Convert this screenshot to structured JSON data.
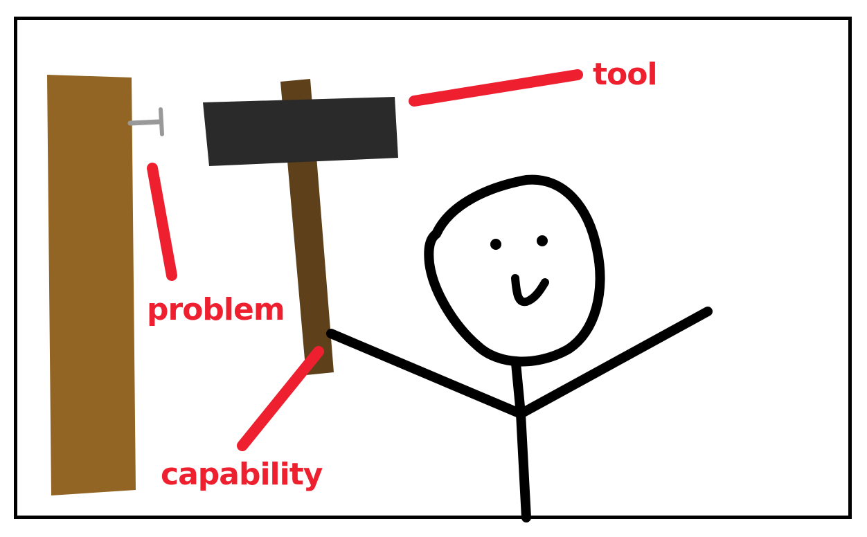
{
  "labels": {
    "tool": "tool",
    "problem": "problem",
    "capability": "capability"
  },
  "colors": {
    "label": "#ee2030",
    "wood_plank": "#936524",
    "hammer_handle": "#5e411a",
    "hammer_head": "#2a2a2a",
    "nail": "#999999",
    "stick_figure": "#000000",
    "frame": "#000000",
    "background": "#ffffff"
  }
}
